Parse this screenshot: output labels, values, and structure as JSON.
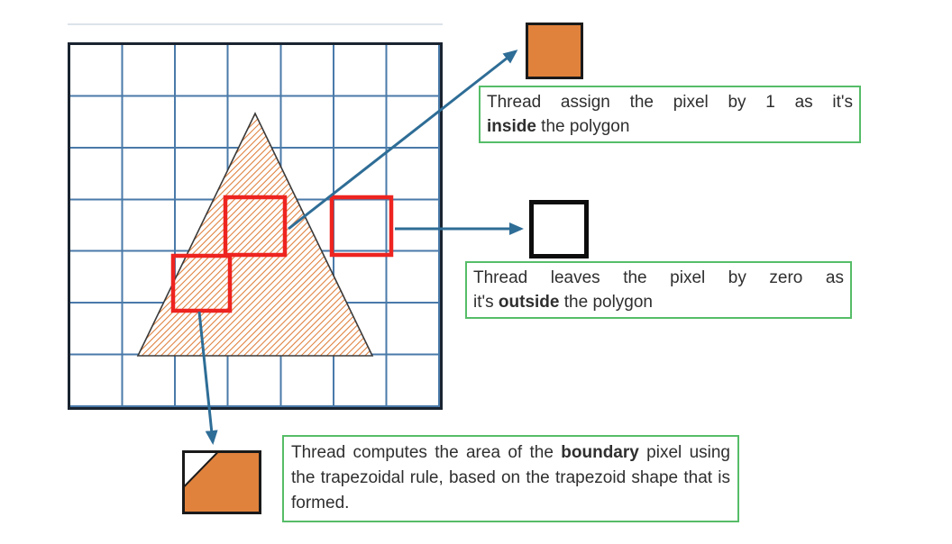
{
  "figure": {
    "grid": {
      "rows": 7,
      "cols": 7
    },
    "polygon": {
      "shape": "triangle",
      "fill": "orange-diagonal-hatch"
    },
    "highlighted_pixels": [
      {
        "type": "inside",
        "value": "1"
      },
      {
        "type": "outside",
        "value": "zero"
      },
      {
        "type": "boundary",
        "value": "trapezoid area"
      }
    ]
  },
  "callouts": [
    {
      "id": "inside",
      "lines": [
        {
          "pre": "Thread assign the pixel by 1 as it's",
          "bold": "",
          "post": ""
        },
        {
          "pre": "",
          "bold": "inside",
          "post": " the polygon"
        }
      ]
    },
    {
      "id": "outside",
      "lines": [
        {
          "pre": "Thread leaves the pixel by zero as",
          "bold": "",
          "post": ""
        },
        {
          "pre": "it's ",
          "bold": "outside",
          "post": " the polygon"
        }
      ]
    },
    {
      "id": "boundary",
      "lines": [
        {
          "pre": "Thread computes the area of the ",
          "bold": "boundary",
          "post": " pixel using"
        },
        {
          "pre": "the trapezoidal rule, based on the trapezoid shape that is",
          "bold": "",
          "post": ""
        },
        {
          "pre": "formed.",
          "bold": "",
          "post": ""
        }
      ]
    }
  ],
  "colors": {
    "polygon_hatch": "#df7e3a",
    "swatch_orange": "#e0823c",
    "pixel_highlight_red": "#ee2420",
    "callout_border_green": "#56bd68",
    "arrow_blue": "#2e6d96",
    "grid_line_blue": "#4a7aa9",
    "grid_border": "#1a2430",
    "text": "#2f2f2f"
  }
}
